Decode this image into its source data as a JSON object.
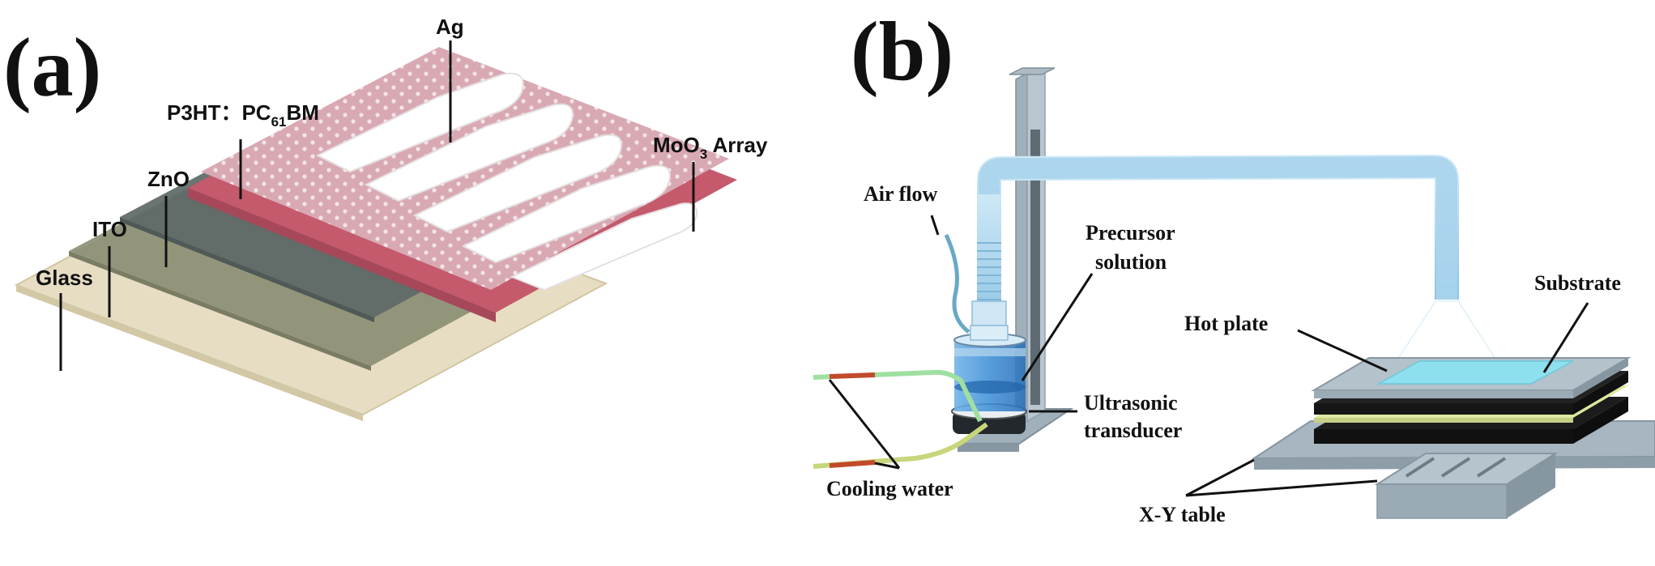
{
  "panels": {
    "a": {
      "label": "(a)",
      "layers": {
        "glass": "Glass",
        "ito": "ITO",
        "zno": "ZnO",
        "active_prefix": "P3HT：PC",
        "active_sub": "61",
        "active_suffix": "BM",
        "ag": "Ag",
        "moo3_prefix": "MoO",
        "moo3_sub": "3",
        "moo3_suffix": " Array"
      },
      "colors": {
        "glass": "#e6dcc0",
        "ito": "#8a8d72",
        "zno": "#5d6866",
        "active": "#c45a6c",
        "moo3": "#d9a9b3",
        "ag": "#ffffff"
      }
    },
    "b": {
      "label": "(b)",
      "components": {
        "air_flow": "Air flow",
        "precursor_line1": "Precursor",
        "precursor_line2": "solution",
        "ultrasonic_line1": "Ultrasonic",
        "ultrasonic_line2": "transducer",
        "cooling_water": "Cooling water",
        "hot_plate": "Hot plate",
        "substrate": "Substrate",
        "xy_table": "X-Y table"
      },
      "colors": {
        "pipe": "#a8d4ec",
        "solution": "#3f8fd6",
        "water_tube": "#9fe0a0",
        "stand": "#9fb0bb",
        "table": "#a7b6c0",
        "heater_dark": "#1c1c1c",
        "heater_light": "#dfe7a0",
        "substrate": "#8fe0ee"
      }
    }
  }
}
